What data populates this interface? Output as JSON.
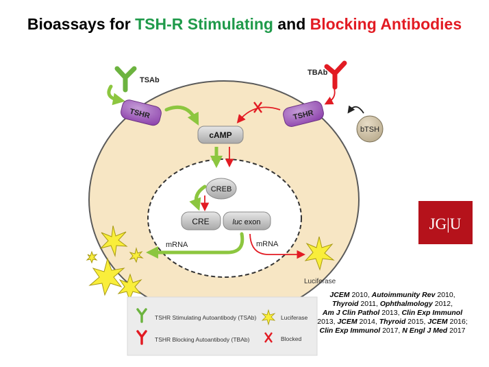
{
  "title": {
    "part1": "Bioassays for ",
    "stimulating": "TSH-R Stimulating",
    "part2": " and ",
    "blocking": "Blocking Antibodies"
  },
  "diagram": {
    "tsab_label": "TSAb",
    "tbab_label": "TBAb",
    "tshr_label": "TSHR",
    "camp_label": "cAMP",
    "btsh_label": "bTSH",
    "creb_label": "CREB",
    "cre_label": "CRE",
    "luc_label": "luc",
    "exon_label": " exon",
    "mrna_label": "mRNA",
    "luciferase_label": "Luciferase"
  },
  "logo": {
    "text": "JG|U"
  },
  "legend": {
    "tsab": "TSHR Stimulating Autoantibody (TSAb)",
    "tbab": "TSHR Blocking Autoantibody (TBAb)",
    "luciferase": "Luciferase",
    "blocked": "Blocked"
  },
  "references": [
    [
      {
        "t": "JCEM",
        "b": true
      },
      {
        "t": " 2010, ",
        "b": false
      },
      {
        "t": "Autoimmunity Rev",
        "b": true
      },
      {
        "t": " 2010,",
        "b": false
      }
    ],
    [
      {
        "t": "Thyroid",
        "b": true
      },
      {
        "t": " 2011, ",
        "b": false
      },
      {
        "t": "Ophthalmology",
        "b": true
      },
      {
        "t": " 2012,",
        "b": false
      }
    ],
    [
      {
        "t": "Am J Clin Pathol",
        "b": true
      },
      {
        "t": " 2013, ",
        "b": false
      },
      {
        "t": "Clin Exp Immunol",
        "b": true
      }
    ],
    [
      {
        "t": "2013, ",
        "b": false
      },
      {
        "t": "JCEM",
        "b": true
      },
      {
        "t": " 2014, ",
        "b": false
      },
      {
        "t": "Thyroid",
        "b": true
      },
      {
        "t": " 2015, ",
        "b": false
      },
      {
        "t": "JCEM",
        "b": true
      },
      {
        "t": " 2016;",
        "b": false
      }
    ],
    [
      {
        "t": "Clin Exp Immunol",
        "b": true
      },
      {
        "t": " 2017, ",
        "b": false
      },
      {
        "t": "N Engl J Med",
        "b": true
      },
      {
        "t": " 2017",
        "b": false
      }
    ]
  ],
  "colors": {
    "green": "#8cc63f",
    "red": "#e21b23",
    "cell": "#f7e6c4",
    "receptor": "#9b59b6",
    "logo": "#b5121b"
  }
}
